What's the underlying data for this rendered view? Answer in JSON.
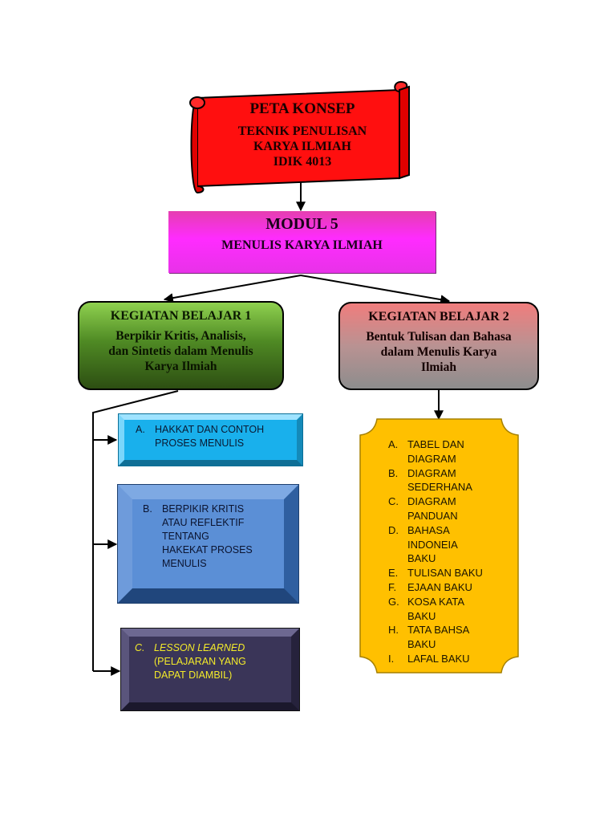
{
  "header": {
    "title": "PETA KONSEP",
    "course_line1": "TEKNIK PENULISAN",
    "course_line2": "KARYA ILMIAH",
    "course_line3": "IDIK 4013"
  },
  "modul": {
    "title": "MODUL 5",
    "subtitle": "MENULIS KARYA ILMIAH"
  },
  "kb1": {
    "title": "KEGIATAN BELAJAR 1",
    "line1": "Berpikir Kritis, Analisis,",
    "line2": "dan Sintetis dalam Menulis",
    "line3": "Karya Ilmiah"
  },
  "kb2": {
    "title": "KEGIATAN BELAJAR 2",
    "line1": "Bentuk Tulisan dan Bahasa",
    "line2": "dalam Menulis Karya",
    "line3": "Ilmiah"
  },
  "kb1_items": {
    "a": {
      "marker": "A.",
      "line1": "HAKKAT DAN CONTOH",
      "line2": "PROSES MENULIS"
    },
    "b": {
      "marker": "B.",
      "line1": "BERPIKIR KRITIS",
      "line2": "ATAU REFLEKTIF",
      "line3": "TENTANG",
      "line4": "HAKEKAT PROSES",
      "line5": "MENULIS"
    },
    "c": {
      "marker": "C.",
      "title": "LESSON LEARNED",
      "line1": "(PELAJARAN YANG",
      "line2": "DAPAT DIAMBIL)"
    }
  },
  "kb2_items": [
    {
      "marker": "A.",
      "lines": [
        "TABEL DAN",
        "DIAGRAM"
      ]
    },
    {
      "marker": "B.",
      "lines": [
        "DIAGRAM",
        "SEDERHANA"
      ]
    },
    {
      "marker": "C.",
      "lines": [
        "DIAGRAM",
        "PANDUAN"
      ]
    },
    {
      "marker": "D.",
      "lines": [
        "BAHASA",
        "INDONEIA",
        "BAKU"
      ]
    },
    {
      "marker": "E.",
      "lines": [
        "TULISAN BAKU"
      ]
    },
    {
      "marker": "F.",
      "lines": [
        "EJAAN BAKU"
      ]
    },
    {
      "marker": "G.",
      "lines": [
        "KOSA KATA",
        "BAKU"
      ]
    },
    {
      "marker": "H.",
      "lines": [
        "TATA BAHSA",
        "BAKU"
      ]
    },
    {
      "marker": "I.",
      "lines": [
        "LAFAL BAKU"
      ]
    }
  ],
  "colors": {
    "scroll_red": "#ff0f0f",
    "modul_magenta": "#ff2bff",
    "kb1_green": "#4f8a24",
    "kb2_rose": "#d68a8a",
    "box_a_cyan": "#19b0ec",
    "box_b_blue": "#5b8fd6",
    "box_c_navy": "#3a3558",
    "yellow_scroll": "#ffc000"
  }
}
